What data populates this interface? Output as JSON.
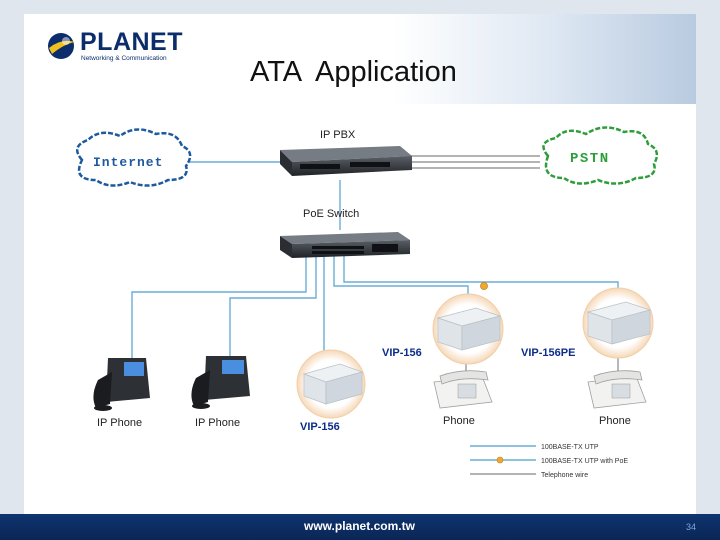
{
  "slide": {
    "title": "ATA  Application",
    "logo_word": "PLANET",
    "logo_sub": "Networking & Communication",
    "footer_url": "www.planet.com.tw",
    "page_number": "34"
  },
  "diagram": {
    "internet": "Internet",
    "pstn": "PSTN",
    "ip_pbx": "IP PBX",
    "poe_switch": "PoE Switch",
    "ip_phone_1": "IP Phone",
    "ip_phone_2": "IP Phone",
    "vip156_left": "VIP-156",
    "vip156_top": "VIP-156",
    "vip156pe": "VIP-156PE",
    "phone_1": "Phone",
    "phone_2": "Phone"
  },
  "legend": {
    "items": [
      {
        "label": "100BASE-TX UTP",
        "color": "#6aaed6"
      },
      {
        "label": "100BASE-TX UTP with PoE",
        "color": "#6aaed6",
        "marker": "#f0a830"
      },
      {
        "label": "Telephone wire",
        "color": "#9a9a9a"
      }
    ]
  },
  "colors": {
    "footer": "#0f3470",
    "cloud_internet": "#1e5a9e",
    "cloud_pstn": "#2e9e3a",
    "label_blue": "#0b2d8a",
    "utp": "#6aaed6",
    "tel": "#9a9a9a",
    "poe_dot": "#f0a830"
  }
}
